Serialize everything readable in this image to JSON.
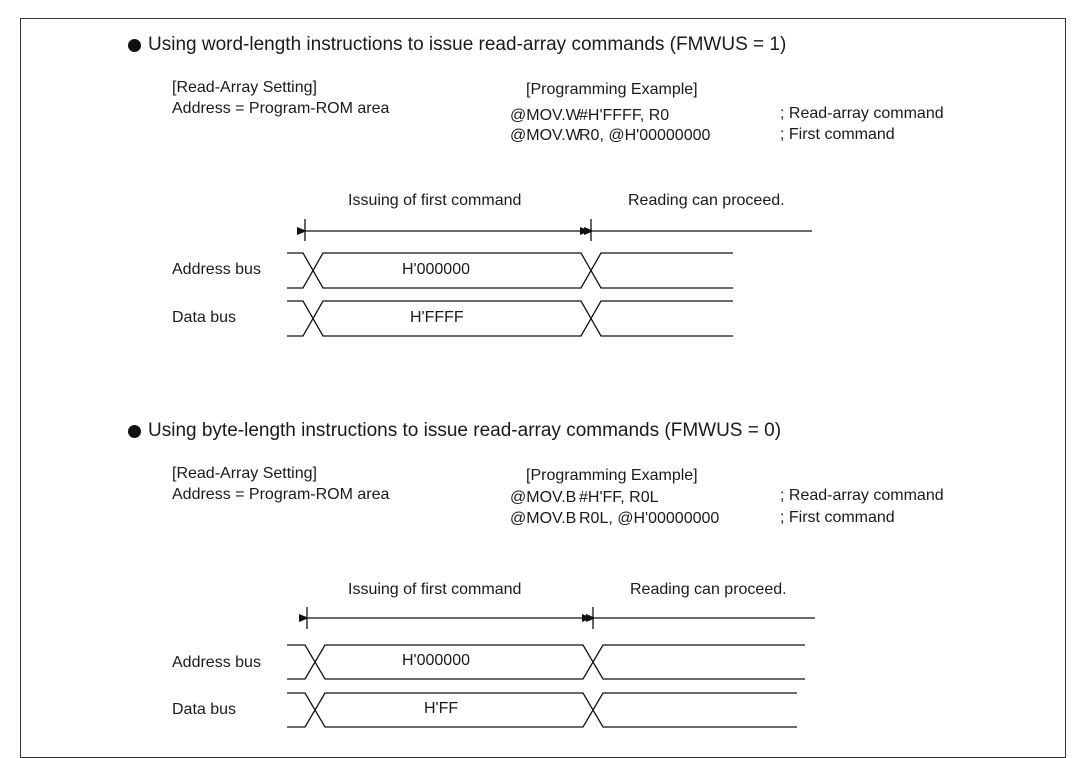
{
  "sections": [
    {
      "heading": "Using word-length instructions to issue read-array commands (FMWUS = 1)",
      "setting_title": "[Read-Array Setting]",
      "setting_address": "Address = Program-ROM area",
      "example_title": "[Programming Example]",
      "code": [
        {
          "op": "@MOV.W",
          "args": "#H'FFFF, R0",
          "comment": "; Read-array command"
        },
        {
          "op": "@MOV.W",
          "args": "R0, @H'00000000",
          "comment": "; First command"
        }
      ],
      "phase_first": "Issuing of first command",
      "phase_read": "Reading can proceed.",
      "address_bus_label": "Address bus",
      "data_bus_label": "Data bus",
      "address_value": "H'000000",
      "data_value": "H'FFFF"
    },
    {
      "heading": "Using byte-length instructions to issue read-array commands (FMWUS = 0)",
      "setting_title": "[Read-Array Setting]",
      "setting_address": "Address = Program-ROM area",
      "example_title": "[Programming Example]",
      "code": [
        {
          "op": "@MOV.B",
          "args": "#H'FF, R0L",
          "comment": "; Read-array command"
        },
        {
          "op": "@MOV.B",
          "args": "R0L, @H'00000000",
          "comment": "; First command"
        }
      ],
      "phase_first": "Issuing of first command",
      "phase_read": "Reading can proceed.",
      "address_bus_label": "Address bus",
      "data_bus_label": "Data bus",
      "address_value": "H'000000",
      "data_value": "H'FF"
    }
  ]
}
